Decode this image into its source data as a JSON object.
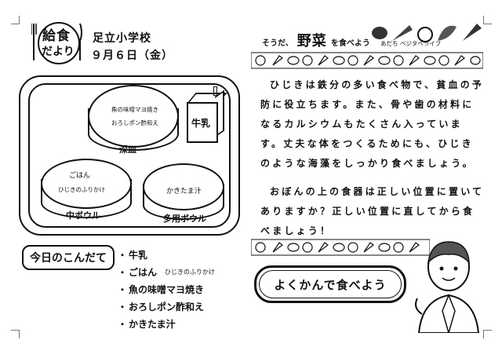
{
  "header": {
    "logo_line1": "給食",
    "logo_line2": "だより",
    "school": "足立小学校",
    "date": "９月６日（金）"
  },
  "tray": {
    "deep_plate": {
      "item1": "魚の味噌マヨ焼き",
      "item2": "おろしポン酢和え",
      "label": "深皿"
    },
    "milk": {
      "label": "牛乳"
    },
    "medium_bowl": {
      "item1": "ごはん",
      "item2": "ひじきのふりかけ",
      "label": "中ボウル"
    },
    "multi_bowl": {
      "item1": "かきたま汁",
      "label": "多用ボウル"
    }
  },
  "column": {
    "eyebrow": "そうだ、",
    "title": "野菜",
    "title_tail": "を食べよう",
    "subtitle": "あだち ベジタベライフ",
    "paragraphs": [
      "ひじきは鉄分の多い食べ物で、貧血の予防に役立ちます。また、骨や歯の材料になるカルシウムもたくさん入っています。丈夫な体をつくるためにも、ひじきのような海藻をしっかり食べましょう。",
      "おぼんの上の食器は正しい位置に置いてありますか？正しい位置に直してから食べましょう！"
    ]
  },
  "menu": {
    "title": "今日のこんだて",
    "items": [
      {
        "name": "牛乳",
        "note": ""
      },
      {
        "name": "ごはん",
        "note": "ひじきのふりかけ"
      },
      {
        "name": "魚の味噌マヨ焼き",
        "note": ""
      },
      {
        "name": "おろしポン酢和え",
        "note": ""
      },
      {
        "name": "かきたま汁",
        "note": ""
      }
    ]
  },
  "slogan": "よくかんで食べよう"
}
